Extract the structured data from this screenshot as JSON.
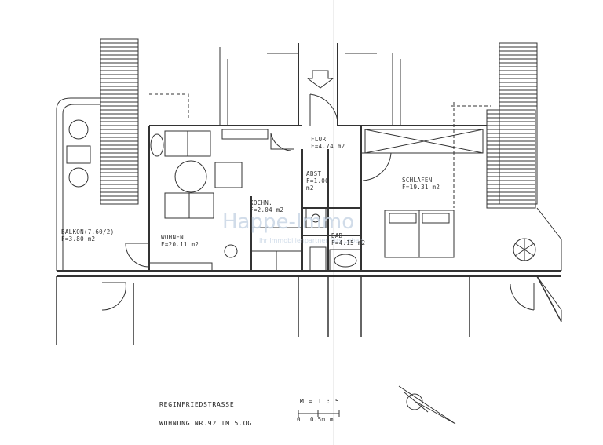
{
  "rooms": {
    "balkon": {
      "name": "BALKON(7.60/2)",
      "area": "F=3.80 m2"
    },
    "wohnen": {
      "name": "WOHNEN",
      "area": "F=20.11 m2"
    },
    "kochn": {
      "name": "KOCHN.",
      "area": "F=2.04 m2"
    },
    "flur": {
      "name": "FLUR",
      "area": "F=4.74 m2"
    },
    "abst": {
      "name": "ABST.",
      "area": "F=1.00",
      "unit": "m2"
    },
    "bad": {
      "name": "BAD",
      "area": "F=4.15 m2"
    },
    "schlafen": {
      "name": "SCHLAFEN",
      "area": "F=19.31 m2"
    }
  },
  "title_block": {
    "street": "REGINFRIEDSTRASSE",
    "unit": "WOHNUNG NR.92 IM 5.OG",
    "scale": "M = 1 : 5",
    "scale_bar": {
      "zero": "0",
      "mid": "0.5m",
      "end": "m"
    }
  },
  "watermark": {
    "brand": "Happe-Immo",
    "tagline": "Ihr Immobilienpartner fürs Leben"
  },
  "colors": {
    "line": "#333333",
    "watermark": "#c9d7e6"
  }
}
